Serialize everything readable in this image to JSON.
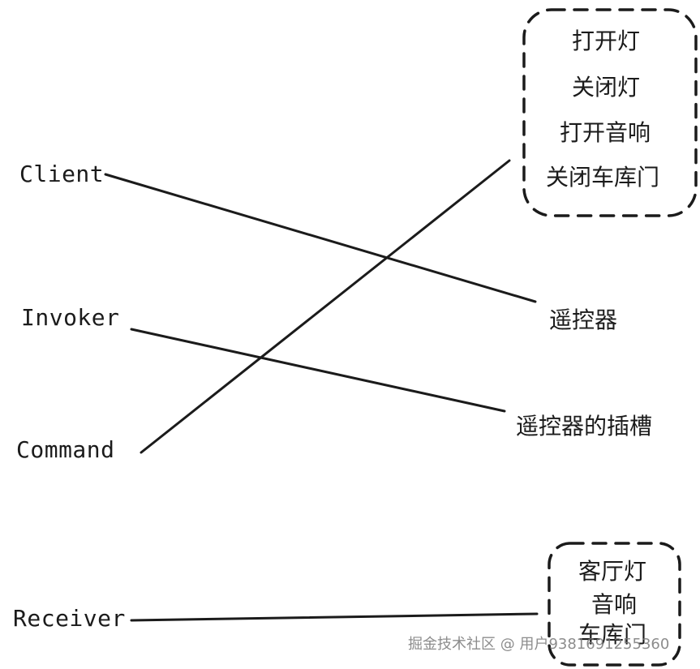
{
  "roles": {
    "client": "Client",
    "invoker": "Invoker",
    "command": "Command",
    "receiver": "Receiver"
  },
  "targets": {
    "remote": "遥控器",
    "remote_slot": "遥控器的插槽"
  },
  "commands_box": {
    "items": [
      "打开灯",
      "关闭灯",
      "打开音响",
      "关闭车库门"
    ]
  },
  "receivers_box": {
    "items": [
      "客厅灯",
      "音响",
      "车库门"
    ]
  },
  "watermark": "掘金技术社区 @ 用户9381691255360",
  "colors": {
    "stroke": "#1b1b1b",
    "background": "#ffffff"
  }
}
